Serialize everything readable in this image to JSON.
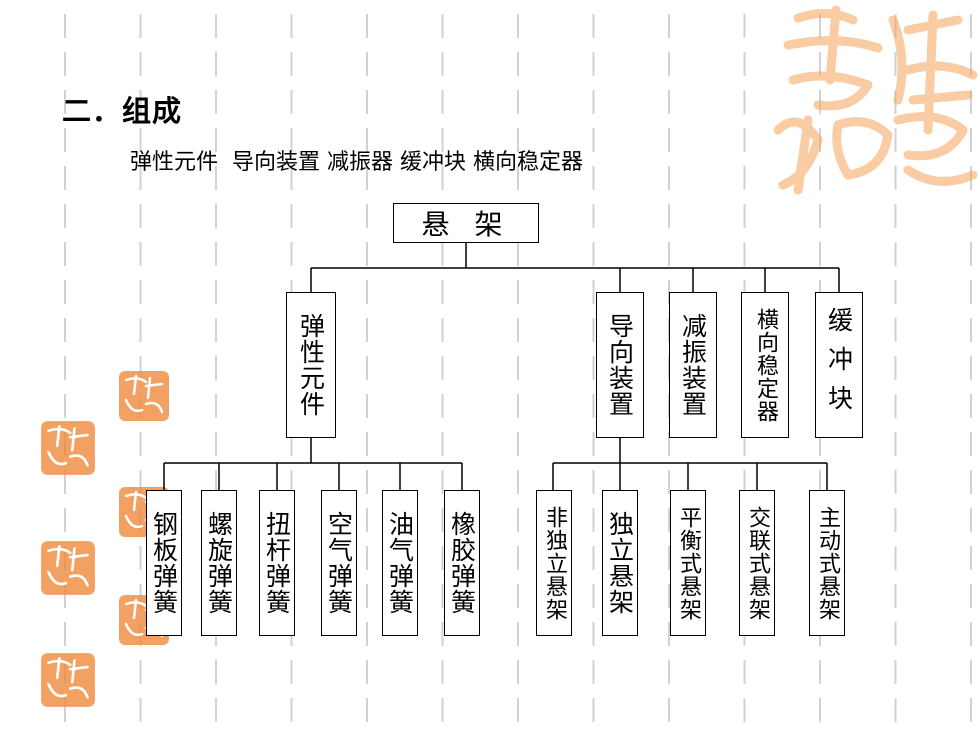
{
  "slide": {
    "title": "二．组成",
    "subtitle": "弹性元件  导向装置 减振器 缓冲块 横向稳定器"
  },
  "tree": {
    "root": "悬 架",
    "branch_left": {
      "label": "弹性元件",
      "children": [
        "钢板弹簧",
        "螺旋弹簧",
        "扭杆弹簧",
        "空气弹簧",
        "油气弹簧",
        "橡胶弹簧"
      ]
    },
    "branch_right": [
      {
        "label": "导向装置",
        "children": [
          "非独立悬架",
          "独立悬架",
          "平衡式悬架",
          "交联式悬架",
          "主动式悬架"
        ]
      },
      {
        "label": "减振装置"
      },
      {
        "label": "横向稳定器"
      },
      {
        "label": "缓冲块"
      }
    ]
  },
  "colors": {
    "seal": "#f5a35a",
    "seal_small": "#f08a3c",
    "grid": "#d2d2d2"
  },
  "icons": {
    "seal_large": "auspicious-seal-icon",
    "seal_small": "auspicious-seal-icon"
  }
}
